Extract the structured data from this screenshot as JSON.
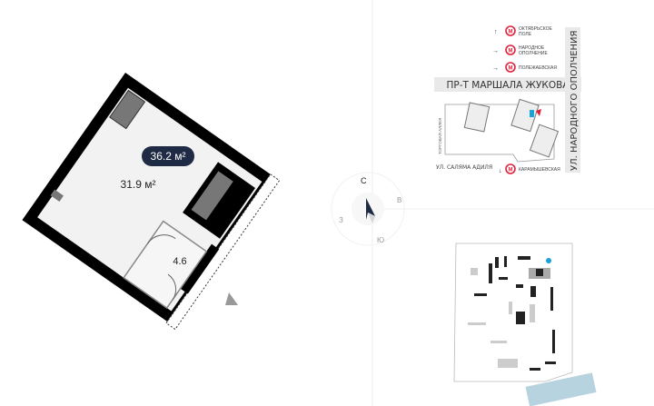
{
  "plan": {
    "total_area": "36.2 м²",
    "room_area": "31.9 м²",
    "bathroom_area": "4.6"
  },
  "compass": {
    "north": "С",
    "east": "В",
    "west": "З",
    "south": "Ю"
  },
  "location_map": {
    "metro": [
      {
        "name_line1": "ОКТЯБРЬСКОЕ",
        "name_line2": "ПОЛЕ",
        "arrow": "up"
      },
      {
        "name_line1": "НАРОДНОЕ",
        "name_line2": "ОПОЛЧЕНИЕ",
        "arrow": "right"
      },
      {
        "name_line1": "ПОЛЕЖАЕВСКАЯ",
        "name_line2": "",
        "arrow": "right"
      },
      {
        "name_line1": "КАРАМЫШЕВСКАЯ",
        "name_line2": "",
        "arrow": "down"
      }
    ],
    "metro_symbol": "М",
    "streets": {
      "main": "ПР-Т МАРШАЛА ЖУКОВА",
      "vertical": "УЛ. НАРОДНОГО ОПОЛЧЕНИЯ",
      "bottom": "УЛ. САЛЯМА АДИЛЯ",
      "alley": "ТОРГОВАЯ АЛЛЕЯ"
    }
  },
  "colors": {
    "badge": "#1f2a44",
    "metro": "#e0203a",
    "marker": "#1aa3d6",
    "wall": "#000000"
  }
}
